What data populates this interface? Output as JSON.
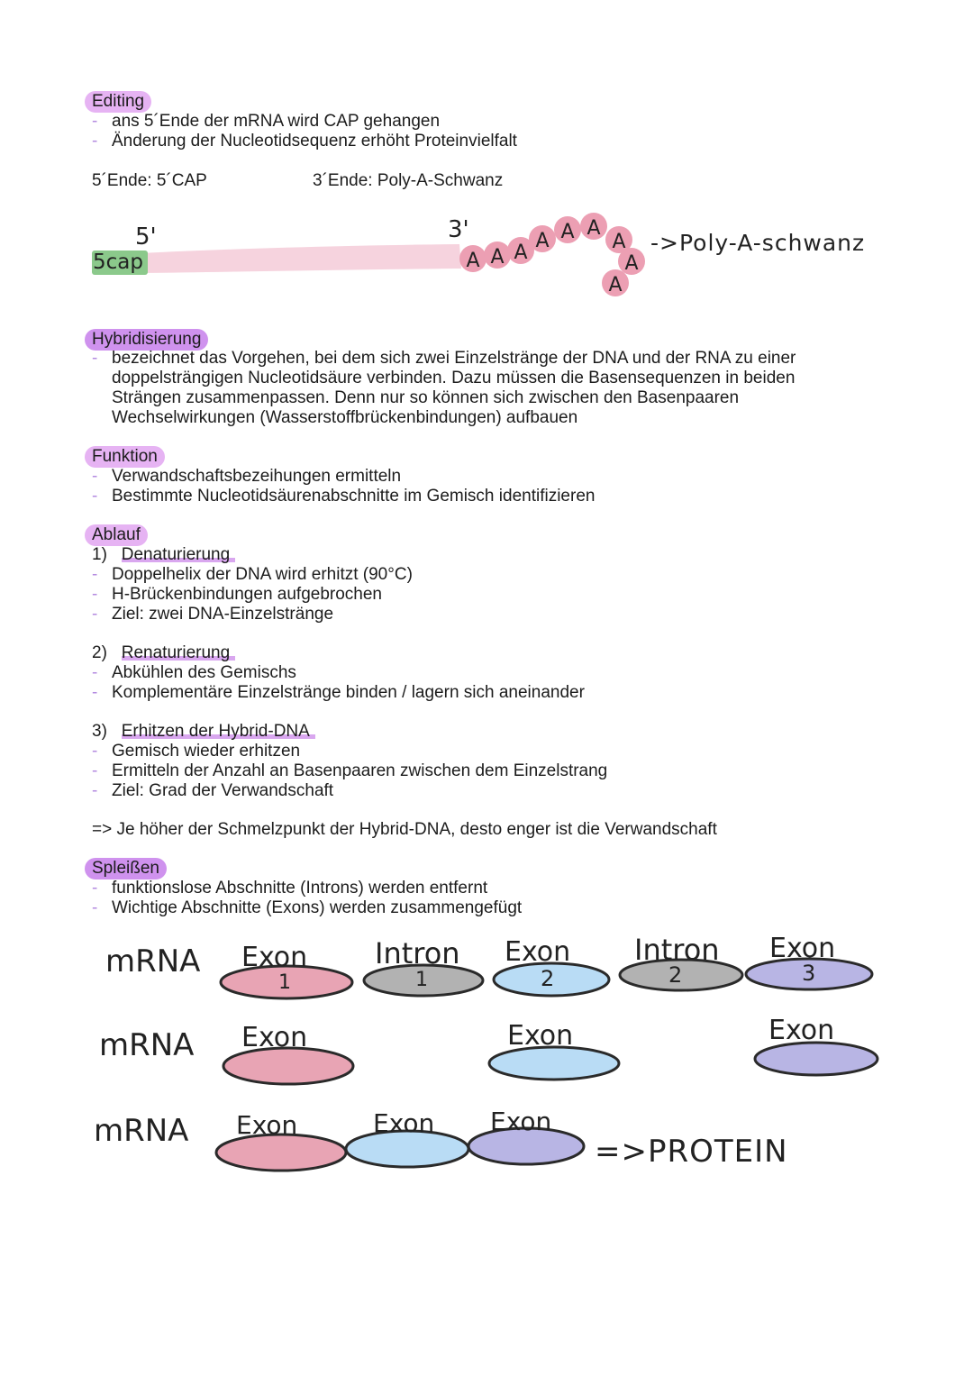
{
  "editing": {
    "heading": "Editing",
    "items": [
      "ans 5´Ende der mRNA wird CAP gehangen",
      "Änderung der Nucleotidsequenz erhöht Proteinvielfalt"
    ],
    "end5": "5´Ende: 5´CAP",
    "end3": "3´Ende: Poly-A-Schwanz"
  },
  "diagram1": {
    "label5": "5'",
    "label3": "3'",
    "cap_label": "5cap",
    "poly_a": [
      "A",
      "A",
      "A",
      "A",
      "A",
      "A",
      "A",
      "A",
      "A"
    ],
    "arrow_label": "->Poly-A-schwanz",
    "colors": {
      "cap": "#8bc98b",
      "strand": "#f6d3de",
      "a_circle": "#ec9fb3"
    }
  },
  "hybridisierung": {
    "heading": "Hybridisierung",
    "lines": [
      "bezeichnet das Vorgehen, bei dem sich zwei Einzelstränge der DNA und der RNA zu einer",
      "doppelsträngigen Nucleotidsäure verbinden. Dazu müssen die Basensequenzen in beiden",
      "Strängen zusammenpassen. Denn nur so können sich zwischen den Basenpaaren",
      "Wechselwirkungen (Wasserstoffbrückenbindungen) aufbauen"
    ]
  },
  "funktion": {
    "heading": "Funktion",
    "items": [
      "Verwandschaftsbezeihungen ermitteln",
      "Bestimmte Nucleotidsäurenabschnitte im Gemisch identifizieren"
    ]
  },
  "ablauf": {
    "heading": "Ablauf",
    "steps": [
      {
        "num": "1)",
        "title": "Denaturierung",
        "items": [
          "Doppelhelix der DNA wird erhitzt (90°C)",
          "H-Brückenbindungen aufgebrochen",
          "Ziel: zwei DNA-Einzelstränge"
        ]
      },
      {
        "num": "2)",
        "title": "Renaturierung",
        "items": [
          "Abkühlen des Gemischs",
          "Komplementäre Einzelstränge binden / lagern sich aneinander"
        ]
      },
      {
        "num": "3)",
        "title": "Erhitzen der Hybrid-DNA",
        "items": [
          "Gemisch wieder erhitzen",
          "Ermitteln der Anzahl an Basenpaaren zwischen dem Einzelstrang",
          "Ziel: Grad der Verwandschaft"
        ]
      }
    ],
    "conclusion": "=> Je höher der Schmelzpunkt der Hybrid-DNA, desto enger ist die Verwandschaft"
  },
  "spleissen": {
    "heading": "Spleißen",
    "items": [
      "funktionslose Abschnitte (Introns) werden entfernt",
      "Wichtige Abschnitte (Exons) werden zusammengefügt"
    ]
  },
  "diagram2": {
    "row_label": "mRNA",
    "row1": [
      {
        "label": "Exon",
        "num": "1",
        "color": "#e8a4b4"
      },
      {
        "label": "Intron",
        "num": "1",
        "color": "#b2b2b2"
      },
      {
        "label": "Exon",
        "num": "2",
        "color": "#b9dcf5"
      },
      {
        "label": "Intron",
        "num": "2",
        "color": "#b2b2b2"
      },
      {
        "label": "Exon",
        "num": "3",
        "color": "#b8b5e4"
      }
    ],
    "row2": [
      {
        "label": "Exon",
        "color": "#e8a4b4"
      },
      {
        "label": "Exon",
        "color": "#b9dcf5"
      },
      {
        "label": "Exon",
        "color": "#b8b5e4"
      }
    ],
    "row3": [
      {
        "label": "Exon",
        "color": "#e8a4b4"
      },
      {
        "label": "Exon",
        "color": "#b9dcf5"
      },
      {
        "label": "Exon",
        "color": "#b8b5e4"
      }
    ],
    "result": "=>PROTEIN"
  }
}
